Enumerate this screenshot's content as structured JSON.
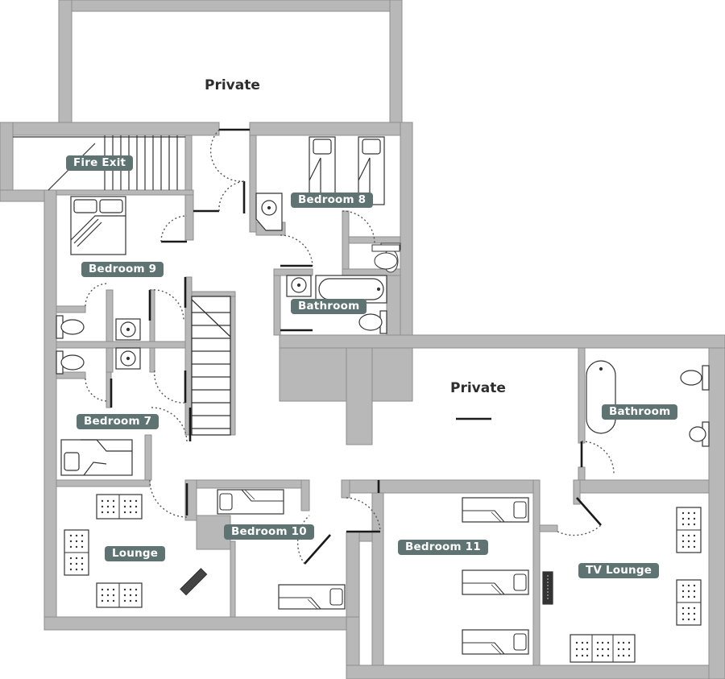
{
  "rooms": {
    "private_top": "Private",
    "private_right": "Private",
    "fire_exit": "Fire Exit",
    "bedroom_8": "Bedroom 8",
    "bedroom_9": "Bedroom 9",
    "bathroom_center": "Bathroom",
    "bedroom_7": "Bedroom 7",
    "bathroom_right": "Bathroom",
    "lounge": "Lounge",
    "bedroom_10": "Bedroom 10",
    "bedroom_11": "Bedroom 11",
    "tv_lounge": "TV Lounge"
  },
  "colors": {
    "wall": "#b8b8b8",
    "label_bg": "#5f7472",
    "label_text": "#ffffff",
    "line": "#333333"
  }
}
